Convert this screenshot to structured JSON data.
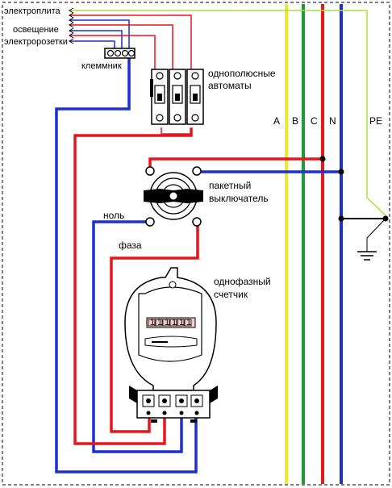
{
  "labels": {
    "feeder_1": "электроплита",
    "feeder_2": "освещение",
    "feeder_3": "электророзетки",
    "terminal_block": "клеммник",
    "breakers_1": "однополюсные",
    "breakers_2": "автоматы",
    "switch_1": "пакетный",
    "switch_2": "выключатель",
    "neutral": "ноль",
    "phase": "фаза",
    "meter_1": "однофазный",
    "meter_2": "счетчик",
    "bus_a": "A",
    "bus_b": "B",
    "bus_c": "C",
    "bus_n": "N",
    "bus_pe": "PE"
  },
  "meter_digits": [
    "1",
    "1",
    "1",
    "1",
    "1",
    "1"
  ],
  "colors": {
    "phase_wire": "#e8151b",
    "neutral_wire": "#1a2fd6",
    "bus_a": "#f2e62b",
    "bus_b": "#1d9a3a",
    "bus_c": "#e8151b",
    "bus_n": "#1a2fd6",
    "pe_wire": "#a6e23a",
    "meter_display": "#f7ccd2"
  }
}
